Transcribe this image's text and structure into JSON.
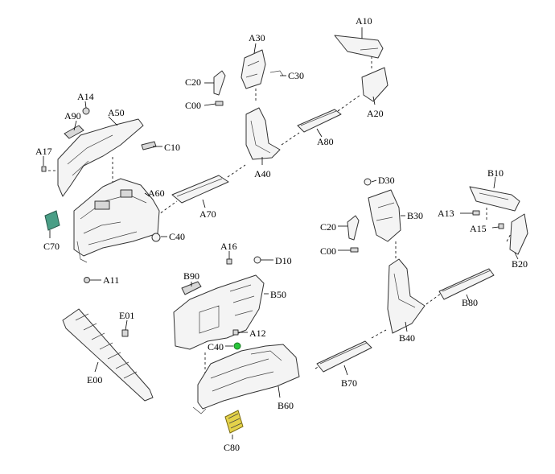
{
  "colors": {
    "c70_highlight": "#4a9e86",
    "c40_highlight": "#28c43a",
    "c80_highlight": "#e4d24a"
  },
  "labels": {
    "a10": "A10",
    "a12": "A12",
    "a13": "A13",
    "a14": "A14",
    "a15": "A15",
    "a16": "A16",
    "a17": "A17",
    "a20": "A20",
    "a30": "A30",
    "a40": "A40",
    "a50": "A50",
    "a60": "A60",
    "a70": "A70",
    "a80": "A80",
    "a90": "A90",
    "a11": "A11",
    "b10": "B10",
    "b20": "B20",
    "b30": "B30",
    "b40": "B40",
    "b50": "B50",
    "b60": "B60",
    "b70": "B70",
    "b80": "B80",
    "b90": "B90",
    "c00_top": "C00",
    "c00_right": "C00",
    "c10": "C10",
    "c20_top": "C20",
    "c20_right": "C20",
    "c30": "C30",
    "c40_left": "C40",
    "c40_mid": "C40",
    "c70": "C70",
    "c80": "C80",
    "d10": "D10",
    "d30": "D30",
    "e00": "E00",
    "e01": "E01"
  }
}
